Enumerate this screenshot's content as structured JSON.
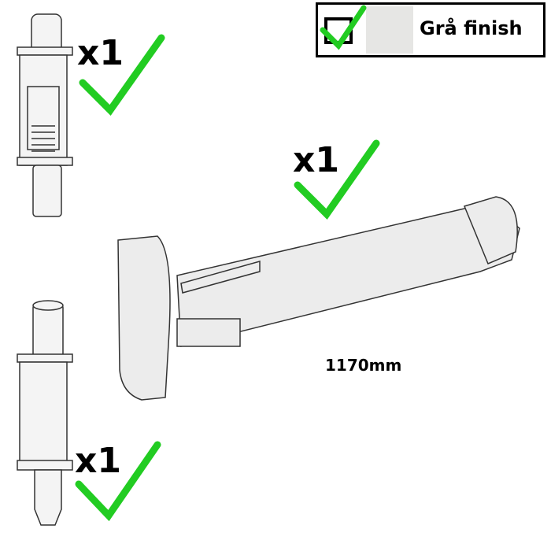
{
  "finish": {
    "label": "Grå finish",
    "checked": true,
    "swatch_color": "#e6e6e4"
  },
  "parts": [
    {
      "name": "top-latch-bolt",
      "quantity": "x1"
    },
    {
      "name": "panic-bar",
      "quantity": "x1",
      "length": "1170mm"
    },
    {
      "name": "bottom-latch-bolt",
      "quantity": "x1"
    }
  ],
  "colors": {
    "check": "#22cc22"
  }
}
